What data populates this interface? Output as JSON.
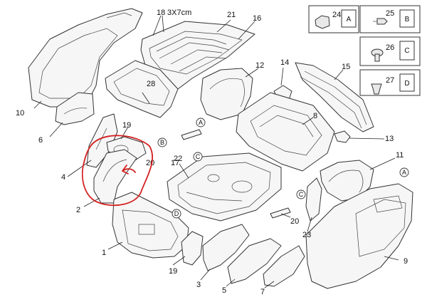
{
  "title_dimension": "3X7cm",
  "part_numbers": {
    "p1": "1",
    "p2": "2",
    "p3": "3",
    "p4": "4",
    "p5": "5",
    "p6": "6",
    "p7": "7",
    "p8": "8",
    "p9": "9",
    "p10": "10",
    "p11": "11",
    "p12": "12",
    "p13": "13",
    "p14": "14",
    "p15": "15",
    "p16": "16",
    "p17": "17",
    "p18": "18",
    "p19a": "19",
    "p19b": "19",
    "p20a": "20",
    "p20b": "20",
    "p21": "21",
    "p22": "22",
    "p23": "23",
    "p28": "28"
  },
  "callouts": {
    "a1": "A",
    "a2": "A",
    "b": "B",
    "c1": "C",
    "c2": "C",
    "d": "D"
  },
  "legend": [
    {
      "num": "24",
      "letter": "A",
      "icon": "clip-icon"
    },
    {
      "num": "25",
      "letter": "B",
      "icon": "screw-icon"
    },
    {
      "num": "26",
      "letter": "C",
      "icon": "push-rivet-icon"
    },
    {
      "num": "27",
      "letter": "D",
      "icon": "plug-icon"
    }
  ],
  "annotation_color": "#d42020"
}
